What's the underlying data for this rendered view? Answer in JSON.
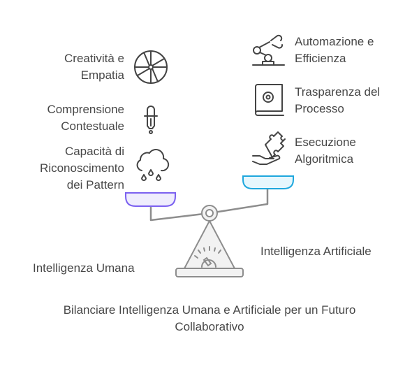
{
  "left_items": [
    {
      "label": "Creatività e\nEmpatia",
      "icon": "wheel-icon"
    },
    {
      "label": "Comprensione\nContestuale",
      "icon": "dropper-icon"
    },
    {
      "label": "Capacità di\nRiconoscimento\ndei Pattern",
      "icon": "rain-cloud-icon"
    }
  ],
  "right_items": [
    {
      "label": "Automazione e\nEfficienza",
      "icon": "robot-arm-icon"
    },
    {
      "label": "Trasparenza del\nProcesso",
      "icon": "gear-book-icon"
    },
    {
      "label": "Esecuzione\nAlgoritmica",
      "icon": "puzzle-hand-icon"
    }
  ],
  "left_side_label": "Intelligenza Umana",
  "right_side_label": "Intelligenza Artificiale",
  "title": "Bilanciare Intelligenza Umana e Artificiale per un Futuro\nCollaborativo",
  "colors": {
    "human_pan": "#7b61f0",
    "ai_pan": "#1ea7dd",
    "human_fill": "#efedfd",
    "ai_fill": "#e6f7fd"
  }
}
